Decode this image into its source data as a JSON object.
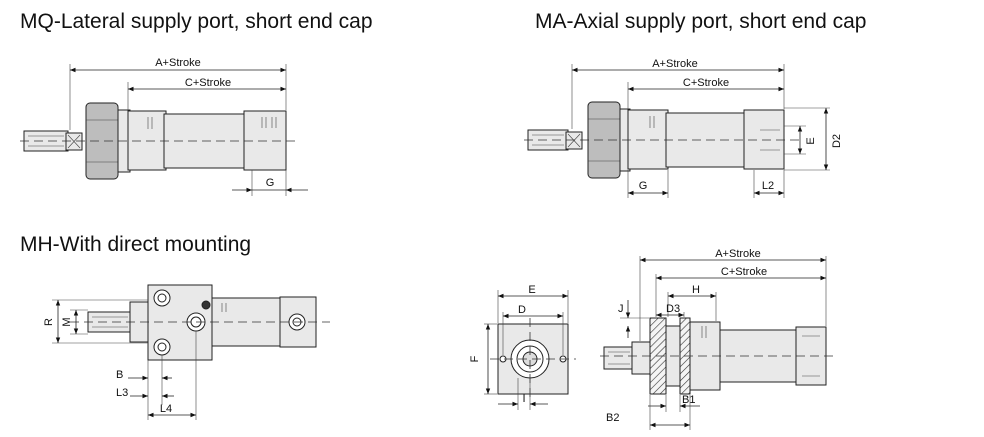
{
  "titles": {
    "mq": "MQ-Lateral supply port, short end cap",
    "ma": "MA-Axial supply port, short end cap",
    "mh": "MH-With direct mounting"
  },
  "labels": {
    "a_stroke": "A+Stroke",
    "c_stroke": "C+Stroke",
    "g": "G",
    "l2": "L2",
    "e": "E",
    "d2": "D2",
    "r": "R",
    "m": "M",
    "b": "B",
    "l3": "L3",
    "l4": "L4",
    "d": "D",
    "f": "F",
    "i": "I",
    "j": "J",
    "h": "H",
    "d3": "D3",
    "b1": "B1",
    "b2": "B2"
  }
}
